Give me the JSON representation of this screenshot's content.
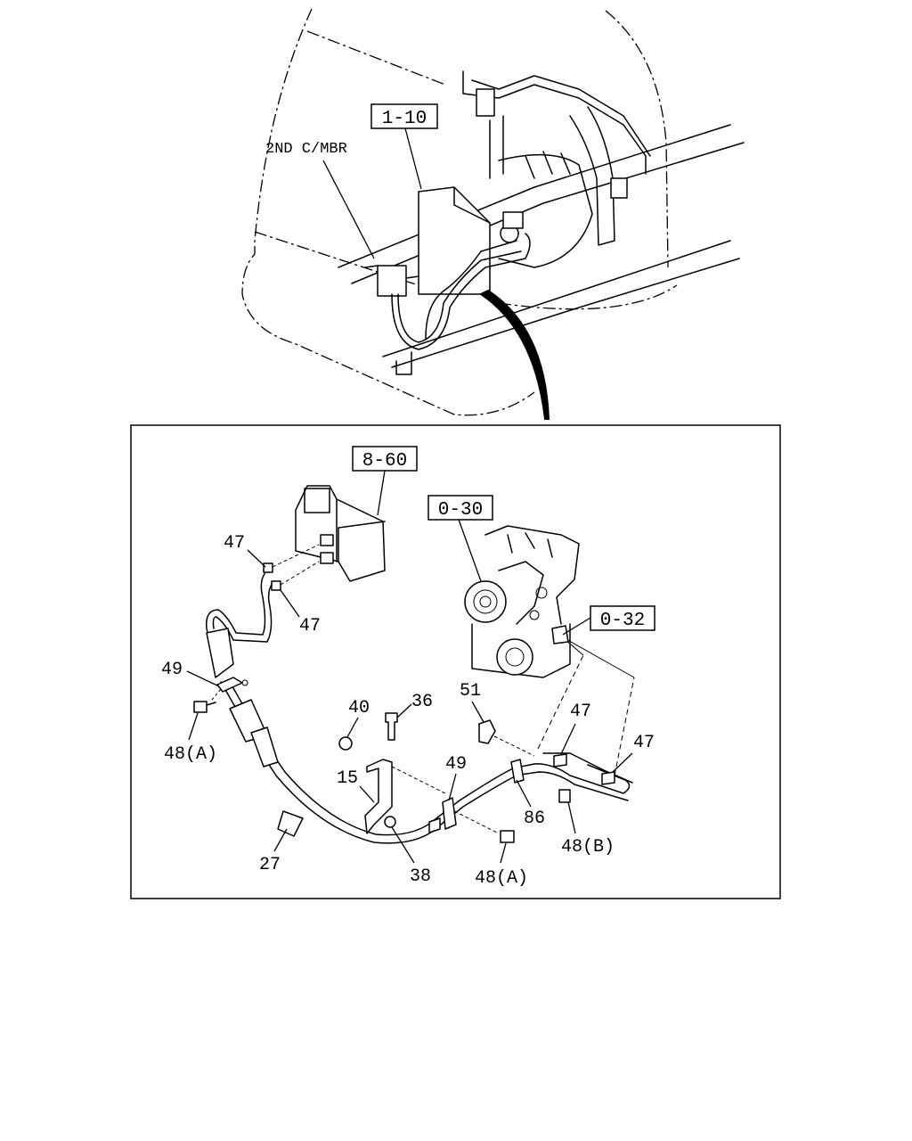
{
  "upper_view": {
    "ref_box": "1-10",
    "label_second_member": "2ND C/MBR"
  },
  "detail_view": {
    "ref_boxes": {
      "heater_unit": "8-60",
      "engine": "0-30",
      "engine_port": "0-32"
    },
    "callouts": {
      "c47_a": "47",
      "c47_b": "47",
      "c47_c": "47",
      "c47_d": "47",
      "c49_a": "49",
      "c49_b": "49",
      "c48a_a": "48(A)",
      "c48a_b": "48(A)",
      "c48b": "48(B)",
      "c40": "40",
      "c36": "36",
      "c51": "51",
      "c15": "15",
      "c86": "86",
      "c27": "27",
      "c38": "38"
    }
  }
}
